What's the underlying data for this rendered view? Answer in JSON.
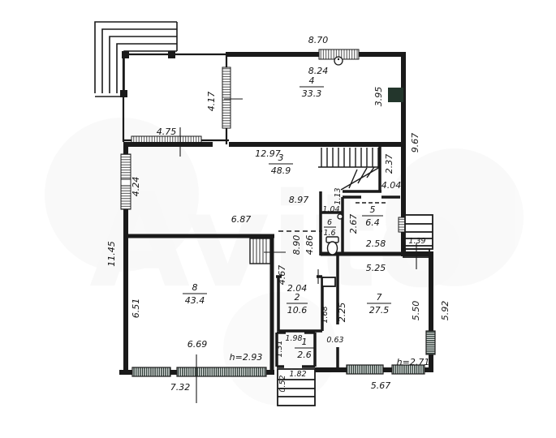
{
  "watermark": "Avito",
  "rooms": [
    {
      "num": "1",
      "area": "2.6"
    },
    {
      "num": "2",
      "area": "10.6"
    },
    {
      "num": "3",
      "area": "48.9"
    },
    {
      "num": "4",
      "area": "33.3"
    },
    {
      "num": "5",
      "area": "6.4"
    },
    {
      "num": "6",
      "area": "1.6"
    },
    {
      "num": "7",
      "area": "27.5"
    },
    {
      "num": "8",
      "area": "43.4"
    }
  ],
  "dims": {
    "top_exterior_width": "8.70",
    "room4_interior_width": "8.24",
    "room4_chimney_offset": "3.95",
    "terrace_window_height": "4.17",
    "terrace_interior_width": "4.75",
    "right_side_upper_height": "9.67",
    "room3_top_width": "12.97",
    "stair_depth": "2.37",
    "stair_hall_width": "4.04",
    "room3_window_height": "4.24",
    "shaft_height": "1.13",
    "wc_width": "1.04",
    "room5_depth": "2.67",
    "room5_width": "2.58",
    "room3_mid_width": "8.97",
    "room3_bottom_width": "6.87",
    "hall_depth_full": "8.90",
    "hall_depth_inner": "4.86",
    "left_side_height": "11.45",
    "room8_interior_height": "6.51",
    "hall_height": "4.67",
    "room2_opening_width": "2.04",
    "room2_niche_height": "1.68",
    "corridor_width": "2.25",
    "room7_top_width": "5.25",
    "room7_right_height": "5.50",
    "right_side_lower_height": "5.92",
    "right_porch_width": "1.39",
    "room8_interior_width": "6.69",
    "room8_ceiling_height": "h=2.93",
    "room1_top_width": "1.98",
    "room1_left_height": "1.31",
    "corridor_door_width": "0.63",
    "porch_depth": "0.52",
    "porch_width": "1.82",
    "room8_exterior_width": "7.32",
    "room7_exterior_width": "5.67",
    "room7_ceiling_height": "h=2.71"
  },
  "colors": {
    "wall": "#1a1a1a",
    "chimney_fill": "#23362c",
    "window_dark": "#2b3b35",
    "watermark_gray": "#8a8a8a"
  }
}
